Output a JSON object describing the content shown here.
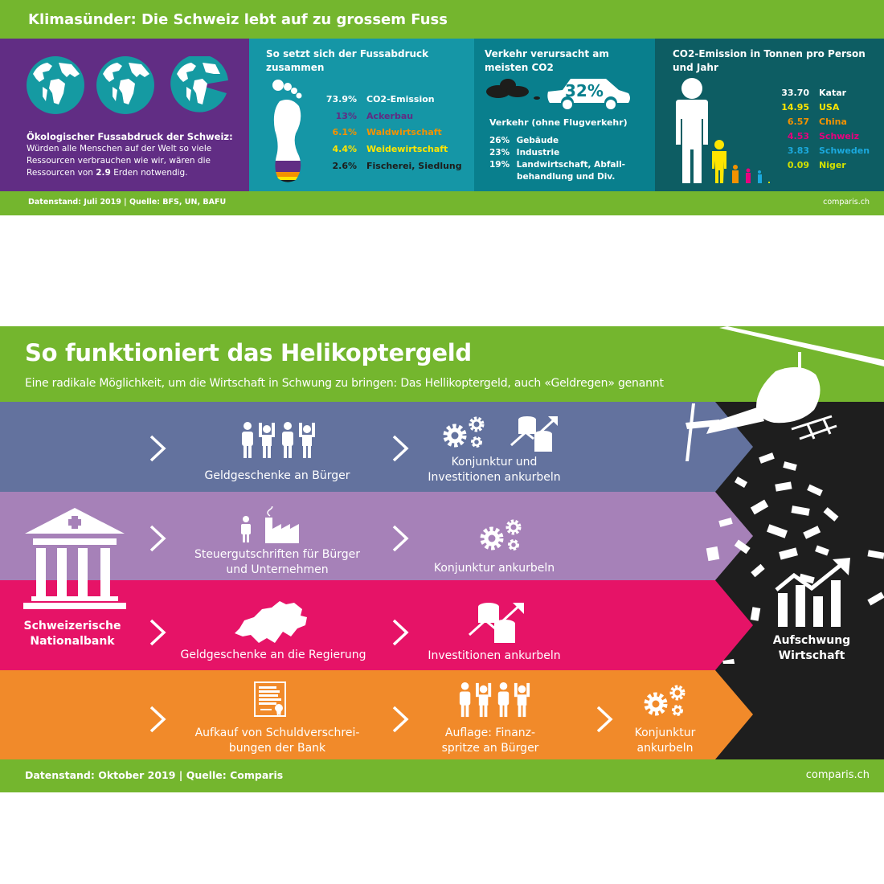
{
  "top": {
    "title": "Klimasünder: Die Schweiz lebt auf zu grossem Fuss",
    "colors": {
      "green": "#74b62e",
      "purple": "#612d84",
      "teal1": "#1596a6",
      "teal2": "#097f8d",
      "teal3": "#0d5d63"
    },
    "footprint_panel": {
      "globe_count": 3,
      "heading": "Ökologischer Fussabdruck der Schweiz:",
      "text_before": "Würden alle Menschen auf der Welt so viele Ressourcen verbrauchen wie wir, wären die Ressourcen von ",
      "earths": "2.9",
      "text_after": " Erden notwendig."
    },
    "composition_panel": {
      "title": "So setzt sich der Fussabdruck zusammen",
      "items": [
        {
          "pct": "73.9%",
          "label": "CO2-Emission",
          "color": "#ffffff"
        },
        {
          "pct": "13%",
          "label": "Ackerbau",
          "color": "#612d84"
        },
        {
          "pct": "6.1%",
          "label": "Waldwirtschaft",
          "color": "#f39200"
        },
        {
          "pct": "4.4%",
          "label": "Weidewirtschaft",
          "color": "#ffe500"
        },
        {
          "pct": "2.6%",
          "label": "Fischerei, Siedlung",
          "color": "#1d1d1b"
        }
      ]
    },
    "traffic_panel": {
      "title": "Verkehr verursacht am meisten CO2",
      "car_value": "32%",
      "car_label": "Verkehr (ohne Flugverkehr)",
      "items": [
        {
          "pct": "26%",
          "label": "Gebäude"
        },
        {
          "pct": "23%",
          "label": "Industrie"
        },
        {
          "pct": "19%",
          "label": "Landwirtschaft, Abfall-",
          "label2": "behandlung und Div."
        }
      ]
    },
    "emission_panel": {
      "title": "CO2-Emission in Tonnen pro Person und Jahr",
      "items": [
        {
          "value": "33.70",
          "country": "Katar",
          "color": "#ffffff"
        },
        {
          "value": "14.95",
          "country": "USA",
          "color": "#ffe500"
        },
        {
          "value": "6.57",
          "country": "China",
          "color": "#f39200"
        },
        {
          "value": "4.53",
          "country": "Schweiz",
          "color": "#e6007e"
        },
        {
          "value": "3.83",
          "country": "Schweden",
          "color": "#1ba9de"
        },
        {
          "value": "0.09",
          "country": "Niger",
          "color": "#d2e000"
        }
      ]
    },
    "footer": {
      "source": "Datenstand: Juli 2019 | Quelle: BFS, UN, BAFU",
      "brand": "comparis.ch"
    }
  },
  "bottom": {
    "title": "So funktioniert das Helikoptergeld",
    "subtitle": "Eine radikale Möglichkeit, um die Wirtschaft in Schwung zu bringen: Das Hellikoptergeld, auch «Geldregen» genannt",
    "colors": {
      "band1": "#63729e",
      "band2": "#a681b8",
      "band3": "#e61367",
      "band4": "#f18a2a",
      "dark": "#1e1e1e"
    },
    "origin": {
      "line1": "Schweizerische",
      "line2": "Nationalbank"
    },
    "result": {
      "line1": "Aufschwung",
      "line2": "Wirtschaft"
    },
    "bands": [
      {
        "step1": [
          "Geldgeschenke an Bürger"
        ],
        "step2": [
          "Konjunktur und",
          "Investitionen ankurbeln"
        ]
      },
      {
        "step1": [
          "Steuergutschriften für Bürger",
          "und Unternehmen"
        ],
        "step2": [
          "Konjunktur ankurbeln"
        ]
      },
      {
        "step1": [
          "Geldgeschenke an die Regierung"
        ],
        "step2": [
          "Investitionen ankurbeln"
        ]
      },
      {
        "step1": [
          "Aufkauf von Schuldverschrei-",
          "bungen der Bank"
        ],
        "step2": [
          "Auflage: Finanz-",
          "spritze an Bürger"
        ],
        "step3": [
          "Konjunktur",
          "ankurbeln"
        ]
      }
    ],
    "footer": {
      "source": "Datenstand: Oktober 2019 | Quelle: Comparis",
      "brand": "comparis.ch"
    }
  }
}
